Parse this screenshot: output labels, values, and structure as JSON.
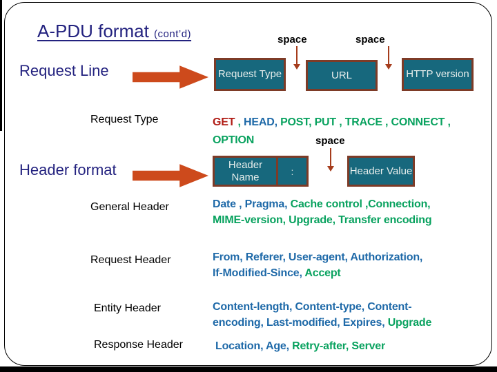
{
  "colors": {
    "navy": "#23227f",
    "blue": "#1e69a8",
    "green": "#09a25f",
    "red": "#b01c15",
    "teal": "#17687d",
    "box_border": "#7d3b27",
    "arrow": "#cd4a1c",
    "arrow_small": "#a53c1c"
  },
  "title": {
    "main": "A-PDU format ",
    "suffix": "(cont’d)"
  },
  "request_line": {
    "label": "Request Line",
    "space_labels": [
      "space",
      "space"
    ],
    "boxes": [
      "Request Type",
      "URL",
      "HTTP version"
    ]
  },
  "request_type": {
    "label": "Request Type",
    "space_label": "space",
    "line1": [
      {
        "text": "GET ",
        "color": "red"
      },
      {
        "text": ", ",
        "color": "green"
      },
      {
        "text": "HEAD,",
        "color": "blue"
      },
      {
        "text": " POST, PUT , TRACE , CONNECT ,",
        "color": "green"
      }
    ],
    "line2": [
      {
        "text": "OPTION",
        "color": "green"
      }
    ]
  },
  "header_format": {
    "label": "Header format",
    "boxes": {
      "name": "Header Name",
      "colon": ":",
      "value": "Header Value"
    }
  },
  "rows": [
    {
      "label": "General Header",
      "line1": [
        {
          "text": "Date , Pragma,",
          "color": "blue"
        },
        {
          "text": " Cache control ,Connection,",
          "color": "green"
        }
      ],
      "line2": [
        {
          "text": "MIME-version, Upgrade, Transfer encoding",
          "color": "green"
        }
      ]
    },
    {
      "label": "Request Header",
      "line1": [
        {
          "text": "From, Referer, User-agent, Authorization,",
          "color": "blue"
        }
      ],
      "line2": [
        {
          "text": "If-Modified-Since,",
          "color": "blue"
        },
        {
          "text": " Accept",
          "color": "green"
        }
      ]
    },
    {
      "label": "Entity Header",
      "line1": [
        {
          "text": "Content-length, Content-type, Content-",
          "color": "blue"
        }
      ],
      "line2": [
        {
          "text": "encoding, Last-modified, Expires,",
          "color": "blue"
        },
        {
          "text": " Upgrade",
          "color": "green"
        }
      ]
    },
    {
      "label": "Response Header",
      "line1": [
        {
          "text": "Location, Age,",
          "color": "blue"
        },
        {
          "text": " Retry-after, Server",
          "color": "green"
        }
      ]
    }
  ]
}
